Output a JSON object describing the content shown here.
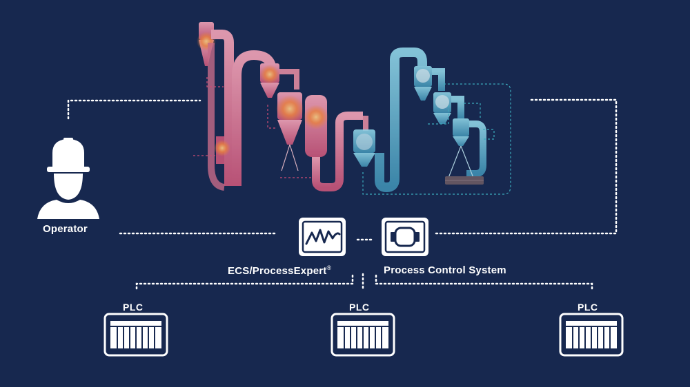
{
  "colors": {
    "background": "#17284f",
    "line": "#ffffff",
    "hot_process": "#e86a8a",
    "hot_glow": "#ff8a3d",
    "cold_process": "#4fa9c9",
    "cold_link": "#3fb9c8",
    "hot_link": "#e0507a"
  },
  "operator": {
    "label": "Operator",
    "icon": "operator-hardhat-icon"
  },
  "ecs": {
    "label": "ECS/ProcessExpert",
    "mark": "®",
    "icon": "waveform-icon"
  },
  "pcs": {
    "label": "Process Control System",
    "icon": "control-module-icon"
  },
  "plcs": [
    {
      "label": "PLC",
      "icon": "plc-rack-icon"
    },
    {
      "label": "PLC",
      "icon": "plc-rack-icon"
    },
    {
      "label": "PLC",
      "icon": "plc-rack-icon"
    }
  ],
  "plant": {
    "icon": "cement-plant-illustration"
  }
}
